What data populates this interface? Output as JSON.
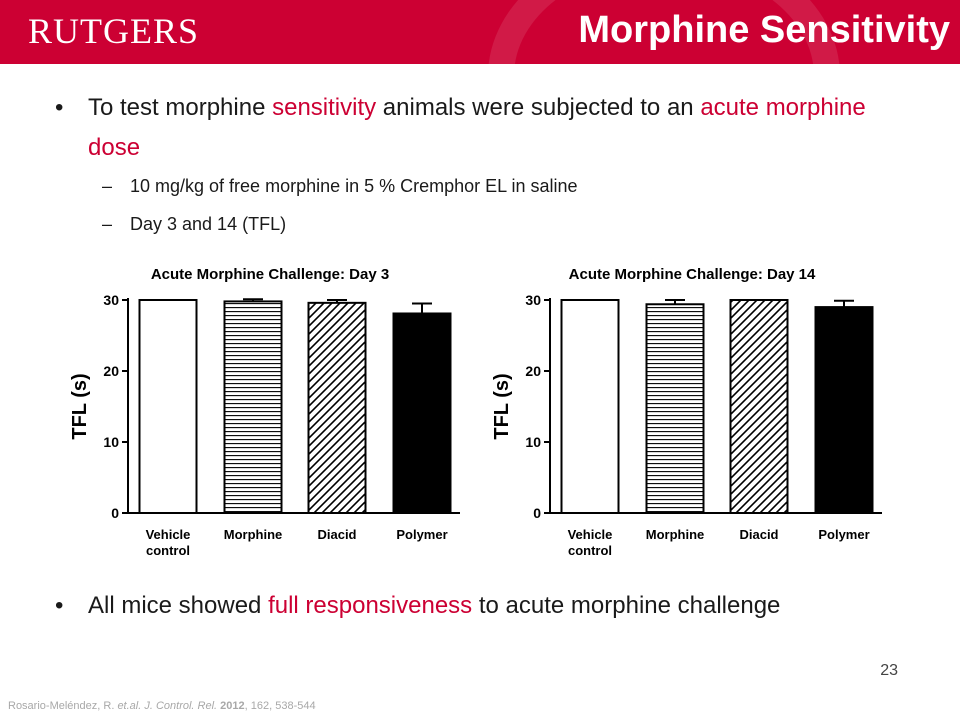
{
  "header": {
    "logo": "RUTGERS",
    "title": "Morphine Sensitivity"
  },
  "bullets": [
    {
      "parts": [
        "To test morphine ",
        "sensitivity",
        " animals were subjected to an ",
        "acute morphine dose"
      ],
      "subs": [
        "10 mg/kg of free morphine in 5 % Cremphor EL in saline",
        "Day 3 and 14 (TFL)"
      ]
    },
    {
      "parts": [
        "All mice showed ",
        "full responsiveness",
        " to acute morphine challenge"
      ]
    }
  ],
  "colors": {
    "brand_red": "#cc0033",
    "text": "#1a1a1a"
  },
  "page_number": "23",
  "citation": {
    "authors": "Rosario-Meléndez, R. ",
    "etal": "et.al. J. Control. Rel.",
    "year": "2012",
    "rest": ", 162, 538-544"
  },
  "chart_data": [
    {
      "type": "bar",
      "title": "Acute Morphine Challenge: Day 3",
      "ylabel": "TFL (s)",
      "ylim": [
        0,
        30
      ],
      "yticks": [
        "0",
        "10",
        "20",
        "30"
      ],
      "categories": [
        "Vehicle control",
        "Morphine",
        "Diacid",
        "Polymer"
      ],
      "category_lines": [
        [
          "Vehicle",
          "control"
        ],
        [
          "Morphine"
        ],
        [
          "Diacid"
        ],
        [
          "Polymer"
        ]
      ],
      "values": [
        30.0,
        29.8,
        29.6,
        28.1
      ],
      "errors": [
        0,
        0.3,
        0.4,
        1.4
      ],
      "fills": [
        "white",
        "horizontal-lines",
        "diagonal-hatch",
        "black"
      ]
    },
    {
      "type": "bar",
      "title": "Acute Morphine Challenge: Day 14",
      "ylabel": "TFL (s)",
      "ylim": [
        0,
        30
      ],
      "yticks": [
        "0",
        "10",
        "20",
        "30"
      ],
      "categories": [
        "Vehicle control",
        "Morphine",
        "Diacid",
        "Polymer"
      ],
      "category_lines": [
        [
          "Vehicle",
          "control"
        ],
        [
          "Morphine"
        ],
        [
          "Diacid"
        ],
        [
          "Polymer"
        ]
      ],
      "values": [
        30.0,
        29.4,
        30.0,
        29.0
      ],
      "errors": [
        0,
        0.6,
        0,
        0.9
      ],
      "fills": [
        "white",
        "horizontal-lines",
        "diagonal-hatch",
        "black"
      ]
    }
  ]
}
